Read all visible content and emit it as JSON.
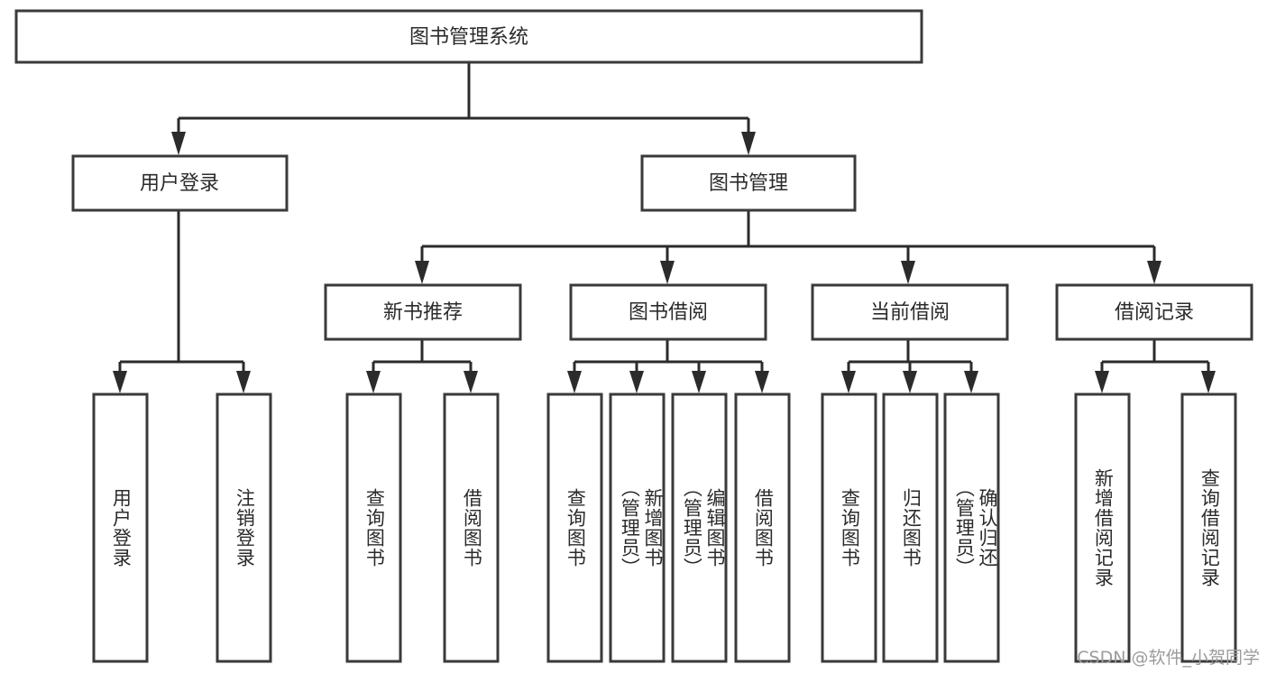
{
  "diagram": {
    "type": "tree-hierarchy",
    "title": "图书管理系统",
    "watermark": "CSDN @软件_小贺同学",
    "colors": {
      "box_stroke": "#3a3a3a",
      "box_fill": "#ffffff",
      "connector": "#2b2b2b",
      "text": "#2b2b2b",
      "watermark": "#9b9b9b",
      "background": "#ffffff"
    },
    "levels": {
      "root": {
        "label": "图书管理系统"
      },
      "level2": [
        {
          "label": "用户登录"
        },
        {
          "label": "图书管理"
        }
      ],
      "level3": [
        {
          "label": "新书推荐"
        },
        {
          "label": "图书借阅"
        },
        {
          "label": "当前借阅"
        },
        {
          "label": "借阅记录"
        }
      ],
      "leaves": {
        "user_login": [
          {
            "label": "用户登录"
          },
          {
            "label": "注销登录"
          }
        ],
        "new_book_recommend": [
          {
            "label": "查询图书"
          },
          {
            "label": "借阅图书"
          }
        ],
        "book_borrow": [
          {
            "label": "查询图书"
          },
          {
            "label": "新增图书\n（管理员）"
          },
          {
            "label": "编辑图书\n（管理员）"
          },
          {
            "label": "借阅图书"
          }
        ],
        "current_borrow": [
          {
            "label": "查询图书"
          },
          {
            "label": "归还图书"
          },
          {
            "label": "确认归还\n（管理员）"
          }
        ],
        "borrow_record": [
          {
            "label": "新增借阅记录"
          },
          {
            "label": "查询借阅记录"
          }
        ]
      }
    },
    "edges": [
      {
        "from": "图书管理系统",
        "to": "用户登录"
      },
      {
        "from": "图书管理系统",
        "to": "图书管理"
      },
      {
        "from": "图书管理",
        "to": "新书推荐"
      },
      {
        "from": "图书管理",
        "to": "图书借阅"
      },
      {
        "from": "图书管理",
        "to": "当前借阅"
      },
      {
        "from": "图书管理",
        "to": "借阅记录"
      },
      {
        "from": "用户登录",
        "to": "用户登录(叶)"
      },
      {
        "from": "用户登录",
        "to": "注销登录"
      },
      {
        "from": "新书推荐",
        "to": "查询图书"
      },
      {
        "from": "新书推荐",
        "to": "借阅图书"
      },
      {
        "from": "图书借阅",
        "to": "查询图书"
      },
      {
        "from": "图书借阅",
        "to": "新增图书（管理员）"
      },
      {
        "from": "图书借阅",
        "to": "编辑图书（管理员）"
      },
      {
        "from": "图书借阅",
        "to": "借阅图书"
      },
      {
        "from": "当前借阅",
        "to": "查询图书"
      },
      {
        "from": "当前借阅",
        "to": "归还图书"
      },
      {
        "from": "当前借阅",
        "to": "确认归还（管理员）"
      },
      {
        "from": "借阅记录",
        "to": "新增借阅记录"
      },
      {
        "from": "借阅记录",
        "to": "查询借阅记录"
      }
    ]
  }
}
